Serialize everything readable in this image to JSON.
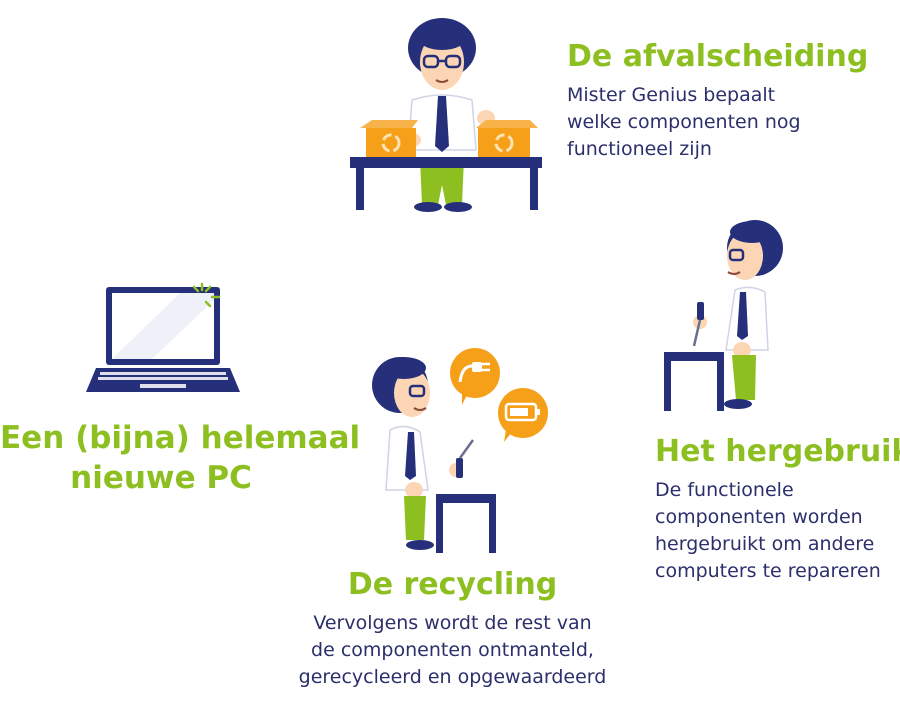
{
  "steps": {
    "sorting": {
      "title": "De afvalscheiding",
      "lines": [
        "Mister Genius bepaalt",
        "welke componenten nog",
        "functioneel zijn"
      ]
    },
    "reuse": {
      "title": "Het hergebruik",
      "lines": [
        "De functionele",
        "componenten worden",
        "hergebruikt om andere",
        "computers te repareren"
      ]
    },
    "recycling": {
      "title": "De recycling",
      "lines": [
        "Vervolgens wordt de rest van",
        "de componenten ontmanteld,",
        "gerecycleerd en opgewaardeerd"
      ]
    },
    "result": {
      "lines": [
        "Een (bijna) helemaal",
        "nieuwe PC"
      ]
    }
  },
  "icons": {
    "character": "mister-genius-icon",
    "box": "recycle-box-icon",
    "laptop": "laptop-icon",
    "plug": "power-plug-icon",
    "battery": "battery-icon",
    "screwdriver": "screwdriver-icon"
  },
  "colors": {
    "green": "#8dbf21",
    "navy": "#2b2f6b",
    "orange": "#f6a01a",
    "skin": "#fcd6b4"
  }
}
